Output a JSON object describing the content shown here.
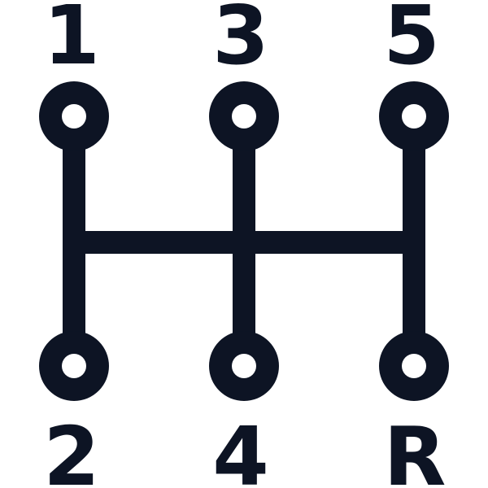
{
  "icon": {
    "name": "gear-shift-pattern-icon",
    "color": "#0d1424",
    "background": "#ffffff",
    "top_labels": [
      "1",
      "3",
      "5"
    ],
    "bottom_labels": [
      "2",
      "4",
      "R"
    ]
  }
}
